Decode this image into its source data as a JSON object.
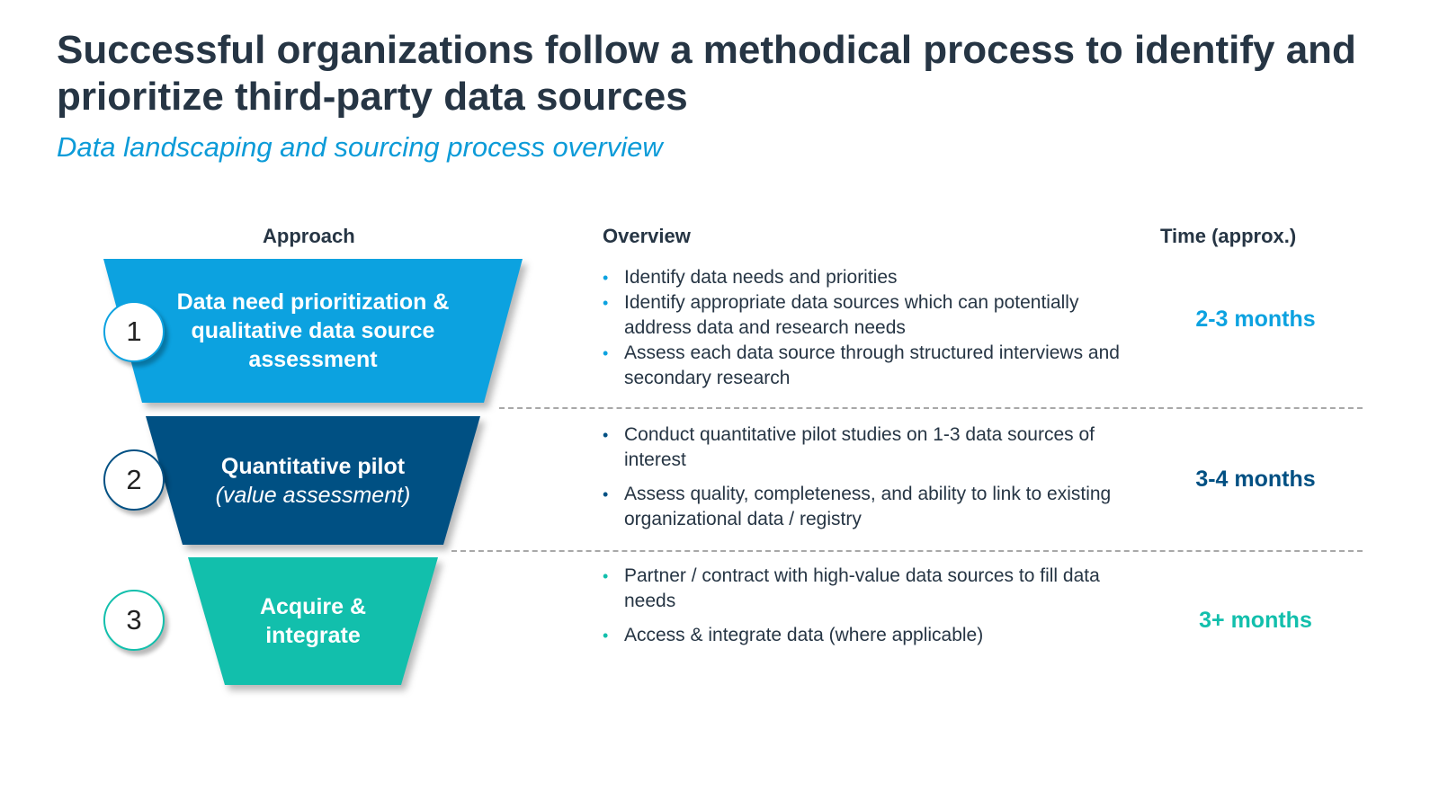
{
  "title": "Successful organizations follow a methodical process to identify and prioritize third-party data sources",
  "subtitle": "Data landscaping and sourcing process overview",
  "columns": {
    "approach": "Approach",
    "overview": "Overview",
    "time": "Time (approx.)"
  },
  "colors": {
    "step1": "#0ca2e0",
    "step2": "#005083",
    "step3": "#12bfac",
    "time1": "#0ca2e0",
    "time2": "#005083",
    "time3": "#12bfac"
  },
  "steps": [
    {
      "number": "1",
      "label_line1": "Data need prioritization &",
      "label_line2": "qualitative data source",
      "label_line3": "assessment",
      "bullets": [
        "Identify data needs and priorities",
        "Identify appropriate data sources which can potentially address data and research needs",
        "Assess each data source through structured interviews and secondary research"
      ],
      "time": "2-3 months"
    },
    {
      "number": "2",
      "label_line1": "Quantitative pilot",
      "label_line2": "(value assessment)",
      "bullets": [
        "Conduct quantitative pilot studies on 1-3 data sources of interest",
        "Assess quality, completeness, and ability to link to existing organizational data / registry"
      ],
      "time": "3-4 months"
    },
    {
      "number": "3",
      "label_line1": "Acquire &",
      "label_line2": "integrate",
      "bullets": [
        "Partner / contract with high-value data sources to fill data needs",
        "Access & integrate data (where applicable)"
      ],
      "time": "3+ months"
    }
  ]
}
